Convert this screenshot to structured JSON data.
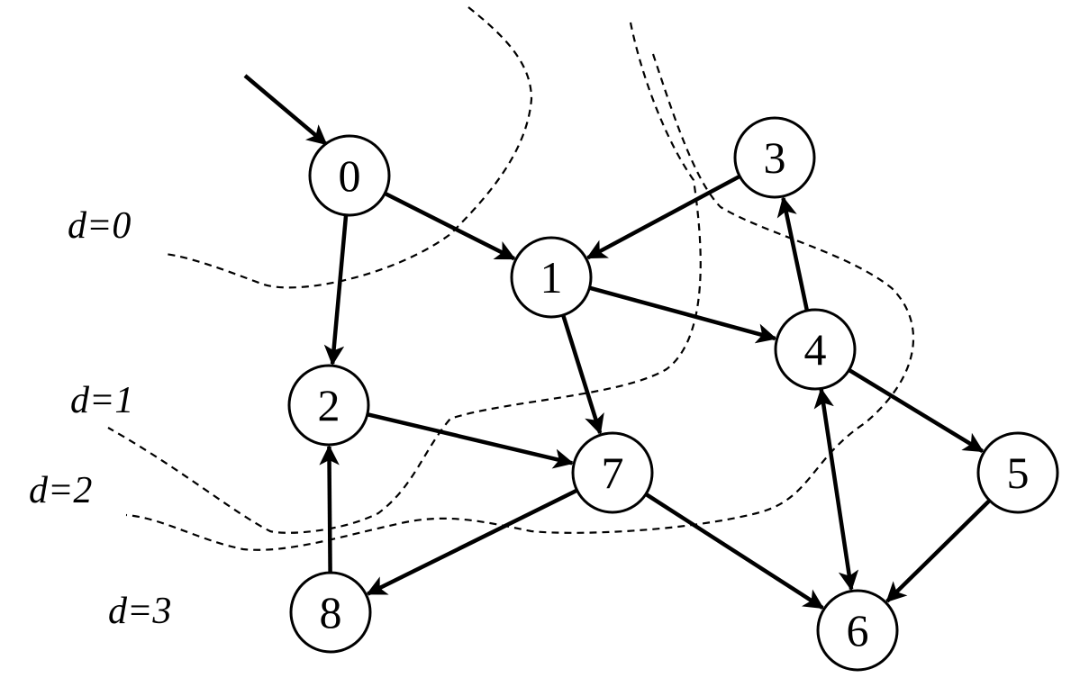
{
  "nodes": [
    {
      "id": "0",
      "label": "0"
    },
    {
      "id": "1",
      "label": "1"
    },
    {
      "id": "2",
      "label": "2"
    },
    {
      "id": "3",
      "label": "3"
    },
    {
      "id": "4",
      "label": "4"
    },
    {
      "id": "5",
      "label": "5"
    },
    {
      "id": "6",
      "label": "6"
    },
    {
      "id": "7",
      "label": "7"
    },
    {
      "id": "8",
      "label": "8"
    }
  ],
  "edges": [
    {
      "from": "0",
      "to": "1"
    },
    {
      "from": "0",
      "to": "2"
    },
    {
      "from": "3",
      "to": "1"
    },
    {
      "from": "1",
      "to": "4"
    },
    {
      "from": "1",
      "to": "7"
    },
    {
      "from": "4",
      "to": "3"
    },
    {
      "from": "4",
      "to": "5"
    },
    {
      "from": "2",
      "to": "7"
    },
    {
      "from": "7",
      "to": "8"
    },
    {
      "from": "7",
      "to": "6"
    },
    {
      "from": "8",
      "to": "2"
    },
    {
      "from": "5",
      "to": "6"
    },
    {
      "from": "4",
      "to": "6",
      "bidirectional": true
    }
  ],
  "entry_arrow_target": "0",
  "levels": [
    {
      "label": "d=0"
    },
    {
      "label": "d=1"
    },
    {
      "label": "d=2"
    },
    {
      "label": "d=3"
    }
  ]
}
